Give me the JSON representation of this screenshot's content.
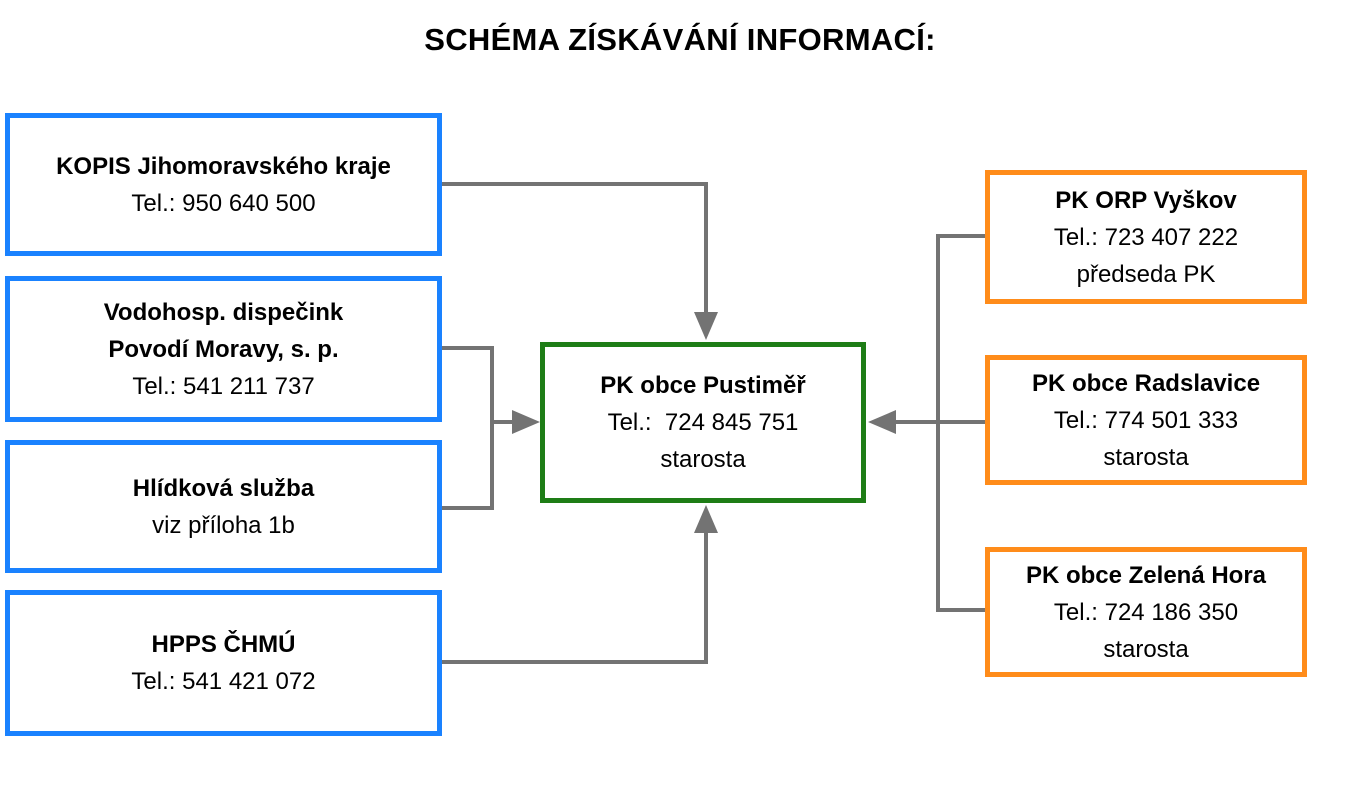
{
  "title": "SCHÉMA ZÍSKÁVÁNÍ INFORMACÍ:",
  "colors": {
    "source_border": "#1a82ff",
    "center_border": "#1e7d16",
    "committee_border": "#ff8c1a",
    "connector": "#737373"
  },
  "sources": {
    "kopis": {
      "name": "KOPIS Jihomoravského kraje",
      "phone": "Tel.: 950 640 500"
    },
    "dispecink": {
      "name_line1": "Vodohosp. dispečink",
      "name_line2": "Povodí Moravy, s. p.",
      "phone": "Tel.: 541 211 737"
    },
    "hlidkova": {
      "name": "Hlídková služba",
      "note": "viz příloha 1b"
    },
    "hpps": {
      "name": "HPPS ČHMÚ",
      "phone": "Tel.: 541 421 072"
    }
  },
  "center": {
    "name": "PK obce Pustiměř",
    "phone": "Tel.:  724 845 751",
    "role": "starosta"
  },
  "committees": {
    "vyskov": {
      "name": "PK ORP Vyškov",
      "phone": "Tel.: 723 407 222",
      "role": "předseda PK"
    },
    "radslavice": {
      "name": "PK obce Radslavice",
      "phone": "Tel.: 774 501 333",
      "role": "starosta"
    },
    "zelena": {
      "name": "PK obce Zelená Hora",
      "phone": "Tel.: 724 186 350",
      "role": "starosta"
    }
  }
}
